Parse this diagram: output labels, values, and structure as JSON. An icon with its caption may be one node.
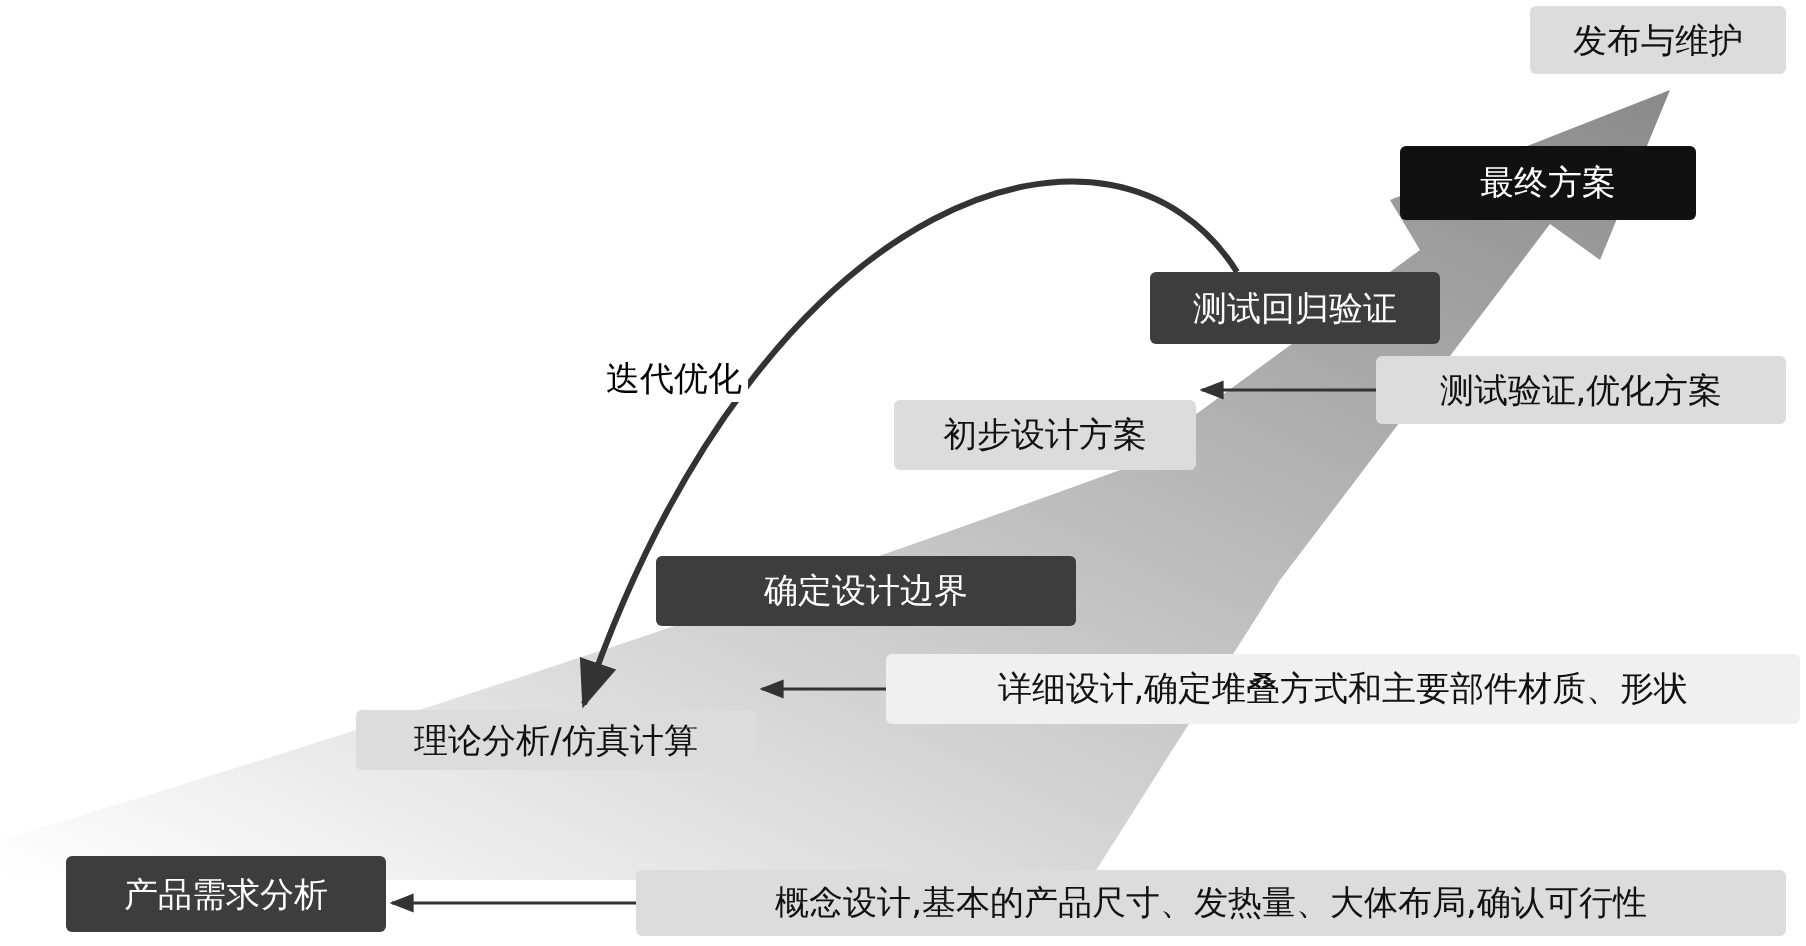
{
  "diagram": {
    "nodes": [
      {
        "text": [
          "发布与维护"
        ]
      },
      {
        "text": [
          "最终方案"
        ]
      },
      {
        "text": [
          "测试回归验证"
        ]
      },
      {
        "text": [
          "测试验证,优化方案"
        ]
      },
      {
        "text": [
          "初步设计方案"
        ]
      },
      {
        "text": [
          "确定设计边界"
        ]
      },
      {
        "text": [
          "详细设计,确定堆叠方式和主要部件材质、形状"
        ]
      },
      {
        "text": [
          "理论分析/仿真计算"
        ]
      },
      {
        "text": [
          "概念设计,基本的产品尺寸、发热量、大体布局,确认可行性"
        ]
      },
      {
        "text": [
          "产品需求分析"
        ]
      }
    ],
    "edges": [
      {
        "from": 2,
        "to": 7,
        "arrow": "to",
        "label": "迭代优化",
        "style": "thick"
      },
      {
        "from": 3,
        "to": 4,
        "arrow": "to"
      },
      {
        "from": 6,
        "to": 7,
        "arrow": "to"
      },
      {
        "from": 8,
        "to": 9,
        "arrow": "to"
      }
    ]
  }
}
